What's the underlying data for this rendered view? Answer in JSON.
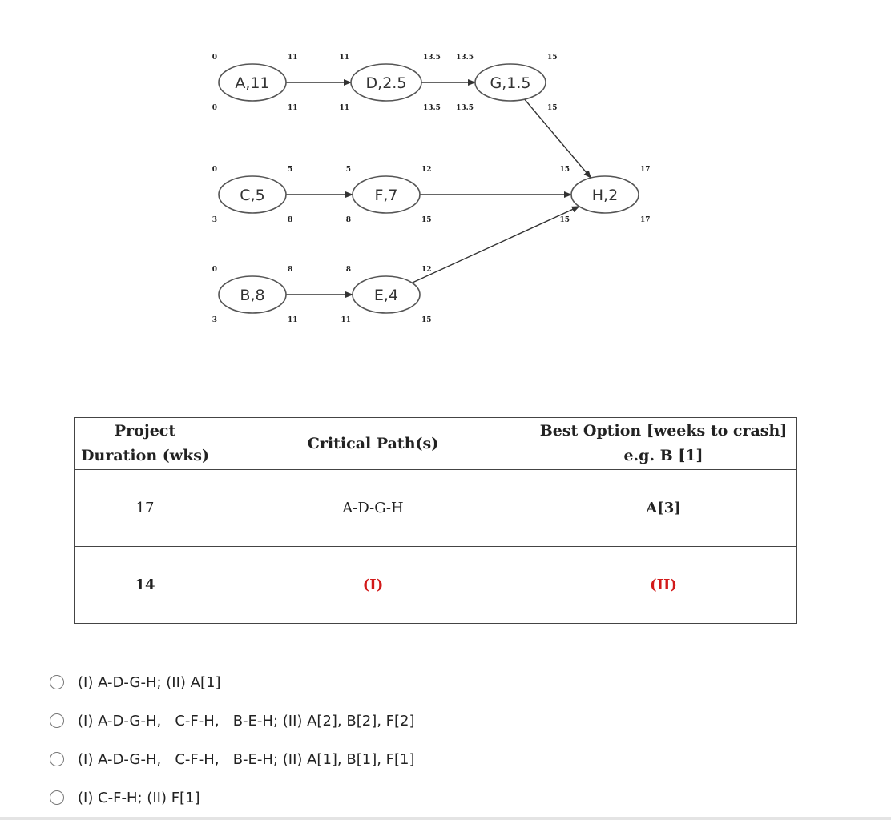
{
  "network": {
    "nodes": [
      {
        "id": "A",
        "label": "A,11",
        "es": "0",
        "ef": "11",
        "ls": "0",
        "lf": "11"
      },
      {
        "id": "D",
        "label": "D,2.5",
        "es": "11",
        "ef": "13.5",
        "ls": "11",
        "lf": "13.5"
      },
      {
        "id": "G",
        "label": "G,1.5",
        "es": "13.5",
        "ef": "15",
        "ls": "13.5",
        "lf": "15"
      },
      {
        "id": "C",
        "label": "C,5",
        "es": "0",
        "ef": "5",
        "ls": "3",
        "lf": "8"
      },
      {
        "id": "F",
        "label": "F,7",
        "es": "5",
        "ef": "12",
        "ls": "8",
        "lf": "15"
      },
      {
        "id": "H",
        "label": "H,2",
        "es": "15",
        "ef": "17",
        "ls": "15",
        "lf": "17"
      },
      {
        "id": "B",
        "label": "B,8",
        "es": "0",
        "ef": "8",
        "ls": "3",
        "lf": "11"
      },
      {
        "id": "E",
        "label": "E,4",
        "es": "8",
        "ef": "12",
        "ls": "11",
        "lf": "15"
      }
    ],
    "edges": [
      {
        "from": "A",
        "to": "D"
      },
      {
        "from": "D",
        "to": "G"
      },
      {
        "from": "G",
        "to": "H"
      },
      {
        "from": "C",
        "to": "F"
      },
      {
        "from": "F",
        "to": "H"
      },
      {
        "from": "B",
        "to": "E"
      },
      {
        "from": "E",
        "to": "H"
      }
    ]
  },
  "table": {
    "headers": {
      "duration_line1": "Project",
      "duration_line2": "Duration (wks)",
      "critical": "Critical Path(s)",
      "best_line1": "Best Option [weeks to crash]",
      "best_line2": "e.g. B [1]"
    },
    "rows": [
      {
        "duration": "17",
        "critical": "A-D-G-H",
        "best": "A[3]"
      },
      {
        "duration": "14",
        "critical": "(I)",
        "best": "(II)"
      }
    ]
  },
  "options": [
    "(I) A-D-G-H; (II) A[1]",
    "(I) A-D-G-H,   C-F-H,   B-E-H; (II) A[2], B[2], F[2]",
    "(I) A-D-G-H,   C-F-H,   B-E-H; (II) A[1], B[1], F[1]",
    "(I) C-F-H; (II) F[1]"
  ]
}
